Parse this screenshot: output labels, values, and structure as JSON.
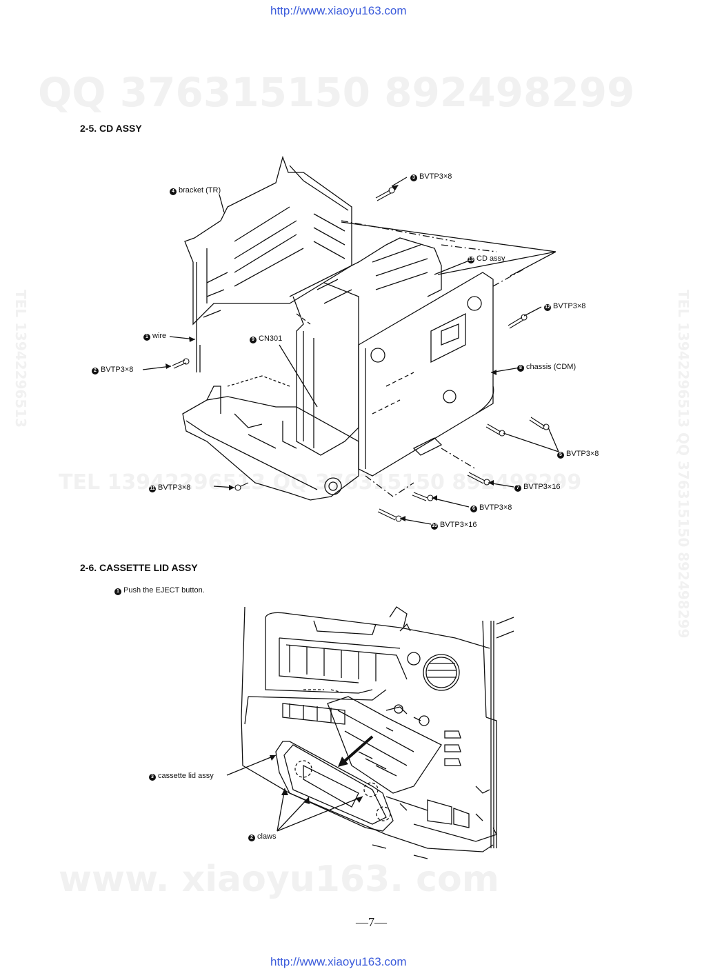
{
  "header": {
    "url_top": "http://www.xiaoyu163.com",
    "url_bottom": "http://www.xiaoyu163.com"
  },
  "watermarks": {
    "qq_top": "QQ 376315150   892498299",
    "tel_middle": "TEL 13942296513   QQ 376315150   892498299",
    "tel_right_vertical": "TEL 13942296513   QQ 376315150   892498299",
    "tel_left_vertical": "TEL 13942296513",
    "www_bottom": "www. xiaoyu163. com"
  },
  "section_cd": {
    "title": "2-5.   CD ASSY",
    "labels": [
      {
        "n": "4",
        "text": "bracket (TR)"
      },
      {
        "n": "3",
        "text": "BVTP3×8"
      },
      {
        "n": "13",
        "text": "CD assy"
      },
      {
        "n": "12",
        "text": "BVTP3×8"
      },
      {
        "n": "1",
        "text": "wire"
      },
      {
        "n": "9",
        "text": "CN301"
      },
      {
        "n": "8",
        "text": "chassis (CDM)"
      },
      {
        "n": "2",
        "text": "BVTP3×8"
      },
      {
        "n": "5",
        "text": "BVTP3×8"
      },
      {
        "n": "11",
        "text": "BVTP3×8"
      },
      {
        "n": "7",
        "text": "BVTP3×16"
      },
      {
        "n": "6",
        "text": "BVTP3×8"
      },
      {
        "n": "10",
        "text": "BVTP3×16"
      }
    ]
  },
  "section_cassette": {
    "title": "2-6.   CASSETTE LID ASSY",
    "step": {
      "n": "1",
      "text": "Push the EJECT button."
    },
    "labels": [
      {
        "n": "3",
        "text": "cassette lid assy"
      },
      {
        "n": "2",
        "text": "claws"
      }
    ]
  },
  "page_number": "—7—"
}
